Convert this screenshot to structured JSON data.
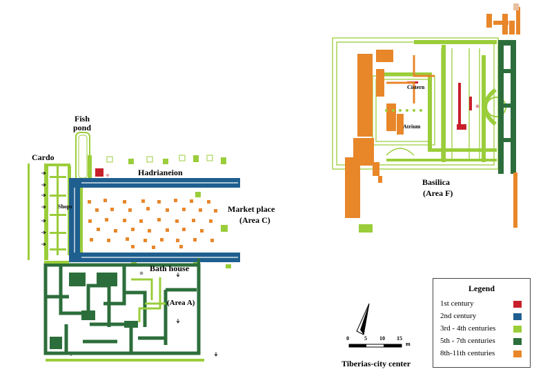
{
  "labels": {
    "fish_pond": "Fish\npond",
    "cardo": "Cardo",
    "shops": "Shops",
    "hadrianeion": "Hadrianeion",
    "market_place": "Market place",
    "area_c": "(Area C)",
    "bath_house": "Bath house",
    "area_a": "(Area A)",
    "cistern": "Cistern",
    "atrium": "Atrium",
    "basilica": "Basilica",
    "area_f": "(Area F)",
    "city_center": "Tiberias-city center"
  },
  "legend": {
    "title": "Legend",
    "items": [
      {
        "text": "1st century",
        "color": "#c8202a"
      },
      {
        "text": "2nd century",
        "color": "#1f5f8f"
      },
      {
        "text": "3rd - 4th centuries",
        "color": "#9acd3a"
      },
      {
        "text": "5th - 7th centuries",
        "color": "#2c6e3b"
      },
      {
        "text": "8th-11th centuries",
        "color": "#e8862a"
      }
    ]
  },
  "scale_bar": {
    "ticks": [
      "0",
      "5",
      "10",
      "15"
    ],
    "unit": "m"
  },
  "colors": {
    "first": "#c8202a",
    "second": "#1f5f8f",
    "third_fourth": "#9acd3a",
    "fifth_seventh": "#2c6e3b",
    "eighth_eleventh": "#e8862a"
  }
}
